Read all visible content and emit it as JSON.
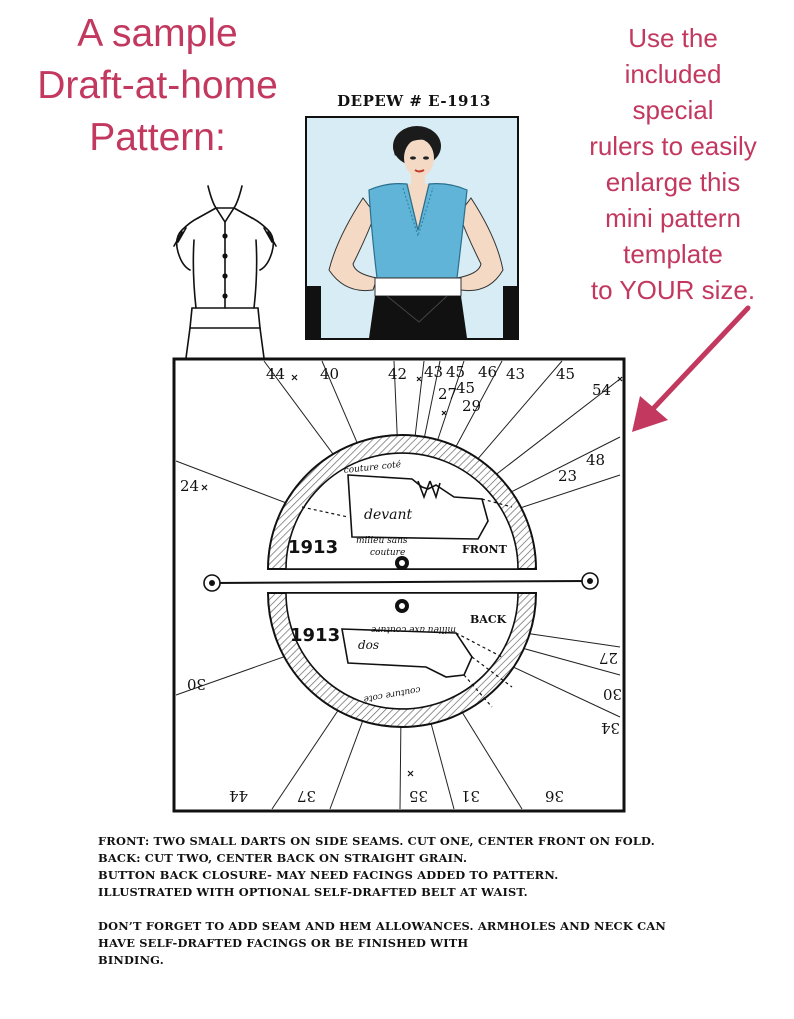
{
  "headline": [
    "A sample",
    "Draft-at-home",
    "Pattern:"
  ],
  "side_note": [
    "Use the",
    "included",
    "special",
    "rulers to easily",
    "enlarge this",
    "mini pattern",
    "template",
    "to YOUR size."
  ],
  "pattern_id": "DEPEW # E-1913",
  "diagram": {
    "front": {
      "number": "1913",
      "tag": "FRONT",
      "piece_label": "devant",
      "note_top": "couture coté",
      "note_bottom_1": "milieu sans",
      "note_bottom_2": "couture"
    },
    "back": {
      "number": "1913",
      "tag": "BACK",
      "piece_label": "dos",
      "note_top": "milieu axe couture",
      "note_bottom": "couture coté"
    },
    "size_marks": {
      "top": [
        "44",
        "40",
        "42",
        "43",
        "45",
        "46",
        "43",
        "45",
        "54"
      ],
      "top_inner": [
        "27",
        "45",
        "29"
      ],
      "right": [
        "48",
        "23"
      ],
      "left": [
        "24"
      ],
      "lower_right": [
        "27",
        "30",
        "34"
      ],
      "lower_left": [
        "30"
      ],
      "bottom": [
        "44",
        "37",
        "35",
        "31",
        "36"
      ]
    }
  },
  "instructions": [
    "Front: two small darts on side seams. Cut one, center front on fold.",
    "Back: cut two, center back on straight grain.",
    "Button back closure- may need facings added to pattern.",
    "Illustrated with optional self-drafted belt at waist.",
    "",
    "Don’t forget to add seam and hem allowances. Armholes and neck can",
    "have self-drafted facings or be finished with",
    "binding."
  ],
  "colors": {
    "accent": "#c2385f",
    "ink": "#111111",
    "photo_bg": "#d7ecf4",
    "blouse": "#5fb4d8"
  }
}
